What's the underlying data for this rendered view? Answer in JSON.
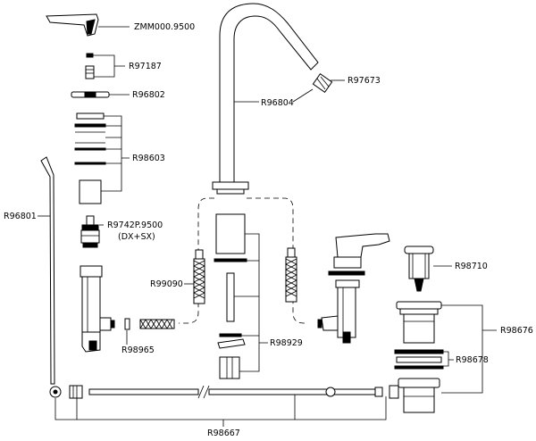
{
  "parts": {
    "handle": "ZMM000.9500",
    "screw": "R97187",
    "washer": "R96802",
    "body_kit": "R98603",
    "cartridge": "R9742P.9500",
    "cartridge_note": "(DX+SX)",
    "rod": "R96801",
    "spout": "R96804",
    "aerator": "R97673",
    "hose": "R99090",
    "connector": "R98965",
    "fixing_kit": "R98929",
    "cap": "R98710",
    "waste": "R98676",
    "seal": "R98678",
    "pop_up_link": "R98667"
  }
}
